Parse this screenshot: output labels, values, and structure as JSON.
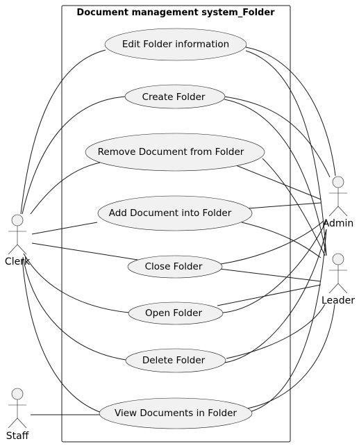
{
  "system": {
    "title": "Document management system_Folder"
  },
  "use_cases": {
    "edit": "Edit Folder information",
    "create": "Create Folder",
    "remove_doc": "Remove Document from Folder",
    "add_doc": "Add Document into Folder",
    "close": "Close Folder",
    "open": "Open Folder",
    "delete": "Delete Folder",
    "view_docs": "View Documents in Folder"
  },
  "actors": {
    "clerk": "Clerk",
    "admin": "Admin",
    "leader": "Leader",
    "staff": "Staff"
  },
  "colors": {
    "fill": "#f1f1f1",
    "stroke": "#181818"
  }
}
